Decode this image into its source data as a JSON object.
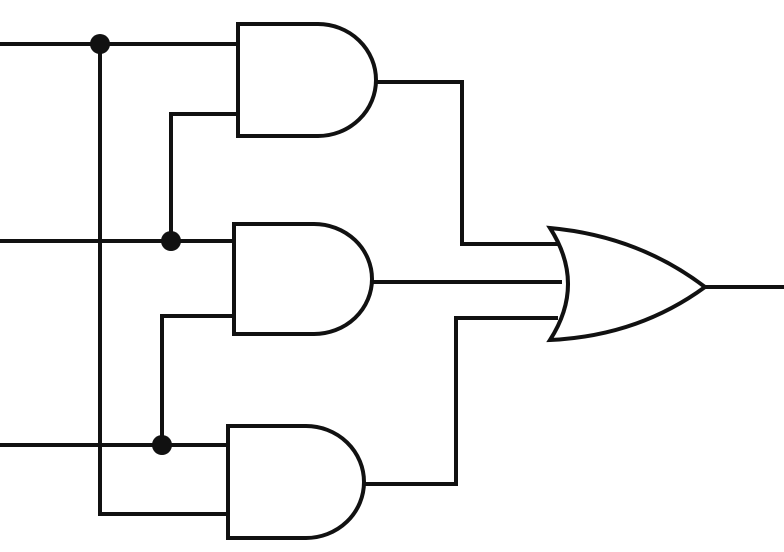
{
  "diagram": {
    "type": "logic-circuit",
    "colors": {
      "stroke": "#111111",
      "background": "#ffffff"
    },
    "inputs": [
      {
        "id": "input-1"
      },
      {
        "id": "input-2"
      },
      {
        "id": "input-3"
      }
    ],
    "gates": [
      {
        "id": "and-gate-1",
        "kind": "AND",
        "inputs": [
          "input-1",
          "input-2"
        ]
      },
      {
        "id": "and-gate-2",
        "kind": "AND",
        "inputs": [
          "input-2",
          "input-3"
        ]
      },
      {
        "id": "and-gate-3",
        "kind": "AND",
        "inputs": [
          "input-3",
          "input-1"
        ]
      },
      {
        "id": "or-gate",
        "kind": "OR",
        "inputs": [
          "and-gate-1",
          "and-gate-2",
          "and-gate-3"
        ]
      }
    ],
    "output": {
      "id": "output",
      "from": "or-gate"
    },
    "junctions": 3
  }
}
